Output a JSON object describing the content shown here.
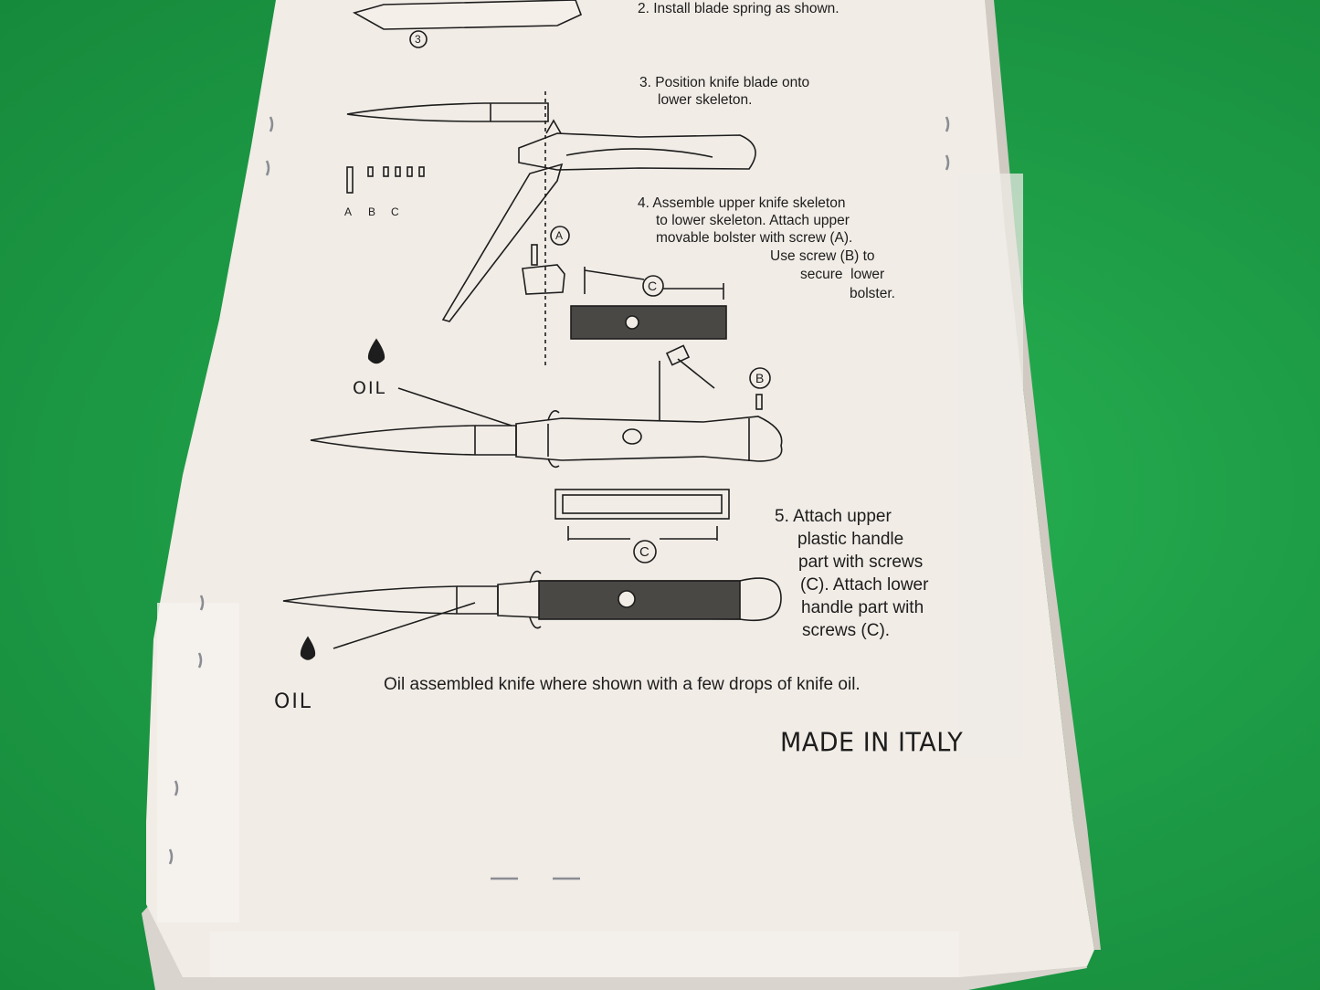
{
  "instructions": {
    "step2": "2. Install blade spring as shown.",
    "step3_line1": "3. Position knife blade onto",
    "step3_line2": "lower skeleton.",
    "step4_line1": "4. Assemble upper knife skeleton",
    "step4_line2": "to lower skeleton. Attach upper",
    "step4_line3": "movable bolster with screw (A).",
    "step4_line4": "Use screw (B) to",
    "step4_line5": "secure  lower",
    "step4_line6": "bolster.",
    "step5_line1": "5. Attach upper",
    "step5_line2": "plastic handle",
    "step5_line3": "part with screws",
    "step5_line4": "(C). Attach lower",
    "step5_line5": "handle part with",
    "step5_line6": "screws (C).",
    "oil_note": "Oil assembled knife where shown with a few drops of knife oil.",
    "made_in": "MADE IN ITALY"
  },
  "labels": {
    "oil_top": "OIL",
    "oil_bottom": "OIL",
    "circle_a": "A",
    "circle_b": "B",
    "circle_c1": "C",
    "circle_c2": "C",
    "circle_3": "3",
    "screw_a": "A",
    "screw_b": "B",
    "screw_c": "C"
  },
  "colors": {
    "background": "#1fa04a",
    "paper": "#f1ece6",
    "ink": "#1d1d1d"
  }
}
